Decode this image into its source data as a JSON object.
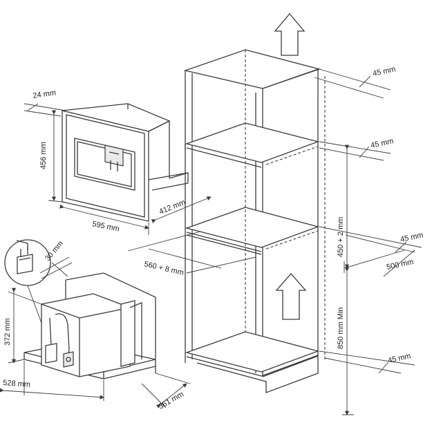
{
  "labels": {
    "d24": "24 mm",
    "d456": "456 mm",
    "d595": "595 mm",
    "d412": "412 mm",
    "d560": "560 + 8 mm",
    "d30": "30 mm",
    "d372": "372 mm",
    "d528": "528 mm",
    "d361": "361 mm",
    "d45a": "45 mm",
    "d45b": "45 mm",
    "d45c": "45 mm",
    "d45d": "45 mm",
    "d450": "450 + 2 mm",
    "d500": "500 mm",
    "d850": "850 mm Min"
  }
}
